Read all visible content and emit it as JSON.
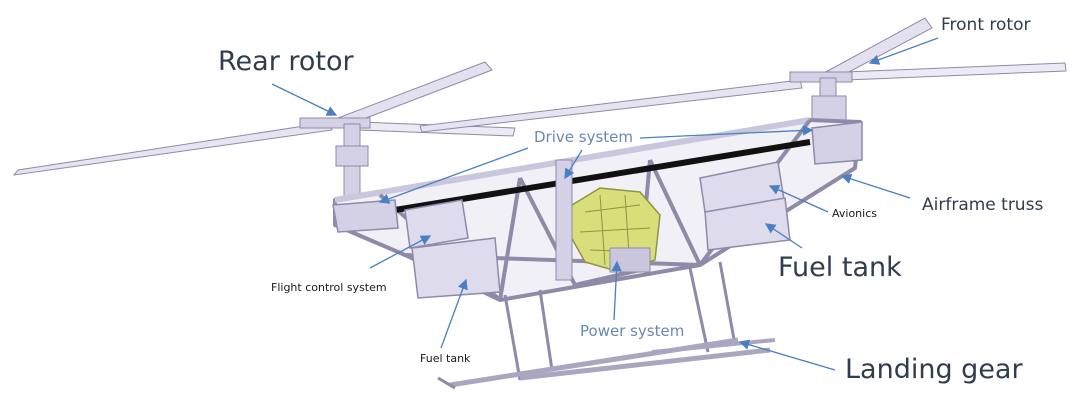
{
  "labels": {
    "rear_rotor": "Rear rotor",
    "front_rotor": "Front rotor",
    "drive_system": "Drive system",
    "airframe_truss": "Airframe truss",
    "avionics": "Avionics",
    "fuel_tank_main": "Fuel tank",
    "flight_control_system": "Flight control system",
    "power_system": "Power system",
    "fuel_tank_small": "Fuel tank",
    "landing_gear": "Landing gear"
  },
  "colors": {
    "label_dark": "#2f3d4f",
    "label_blue": "#6b87b4",
    "arrow": "#4a7fc1",
    "frame": "#d4d1e6",
    "frame_stroke": "#8e8aa8",
    "blade": "#e3e1ef",
    "drive_shaft": "#111111",
    "engine": "#d8df7a"
  }
}
